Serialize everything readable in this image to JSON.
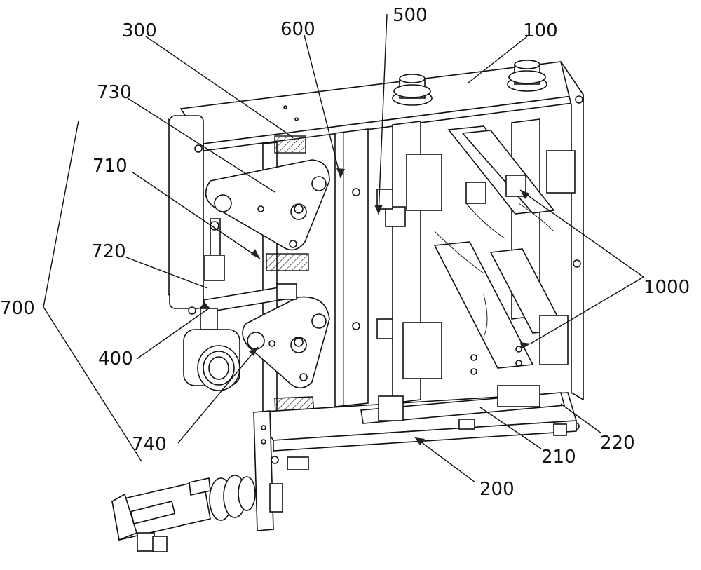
{
  "figure": {
    "labels": {
      "l100": "100",
      "l200": "200",
      "l210": "210",
      "l220": "220",
      "l300": "300",
      "l400": "400",
      "l500": "500",
      "l600": "600",
      "l700": "700",
      "l710": "710",
      "l720": "720",
      "l730": "730",
      "l740": "740",
      "l1000": "1000"
    }
  }
}
